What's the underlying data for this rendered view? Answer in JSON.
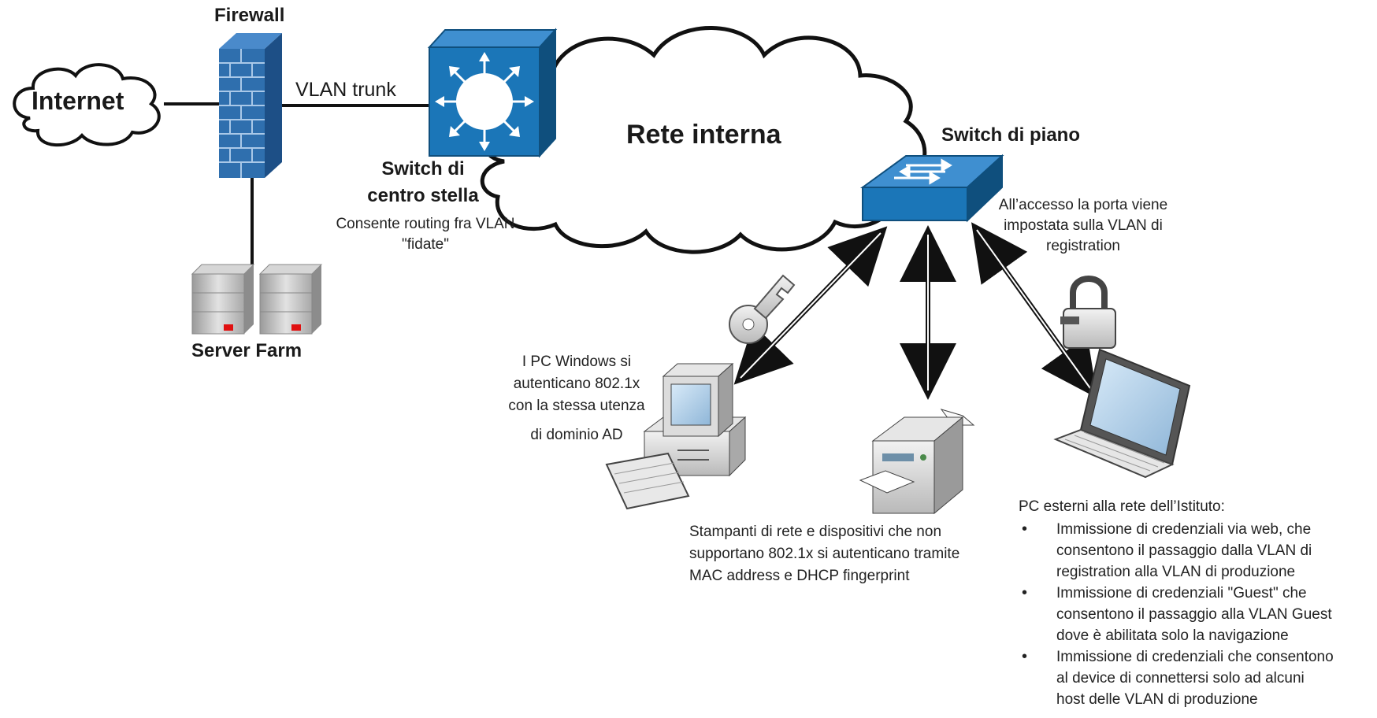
{
  "nodes": {
    "internet": "Internet",
    "firewall": "Firewall",
    "server_farm": "Server Farm",
    "core_switch": "Switch di\ncentro stella",
    "cloud": "Rete interna",
    "floor_switch": "Switch di piano"
  },
  "links": {
    "trunk": "VLAN trunk"
  },
  "notes": {
    "core_switch": "Consente routing fra VLAN\n\"fidate\"",
    "floor_switch": "All’accesso la porta viene\nimpostata sulla VLAN di\nregistration",
    "windows_pc_line1": "I PC Windows si\nautenticano 802.1x\ncon la stessa utenza",
    "windows_pc_line2": "di dominio AD",
    "printer": "Stampanti di rete e dispositivi che non\nsupportano 802.1x si autenticano tramite\nMAC address e DHCP fingerprint",
    "external_title": "PC esterni alla rete dell’Istituto:",
    "external_items": [
      "Immissione di credenziali via web, che\nconsentono il passaggio dalla VLAN di\nregistration alla VLAN di produzione",
      "Immissione di credenziali \"Guest\" che\nconsentono il passaggio alla VLAN Guest\ndove è abilitata solo la navigazione",
      "Immissione di credenziali che consentono\nal device di connettersi solo ad alcuni\nhost delle VLAN di produzione"
    ]
  },
  "colors": {
    "switch_blue": "#1b76b8",
    "switch_dark": "#0f4f7d",
    "firewall_blue": "#2f6fae",
    "led_red": "#e01010"
  }
}
